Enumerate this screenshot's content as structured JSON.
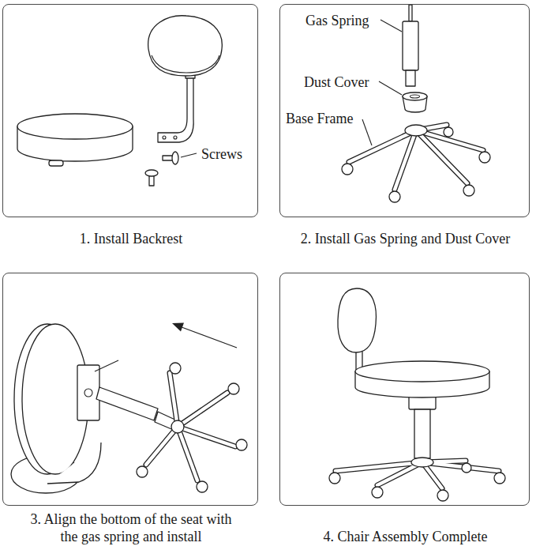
{
  "diagram": {
    "nodes": [
      {
        "text": [
          "Screws",
          "1. Install Backrest"
        ]
      },
      {
        "text": [
          "Gas Spring",
          "Dust Cover",
          "Base Frame",
          "2. Install Gas Spring and Dust Cover"
        ]
      },
      {
        "text": [
          "3. Align the bottom of the seat with the gas spring and install"
        ]
      },
      {
        "text": [
          "4. Chair Assembly Complete"
        ]
      }
    ]
  }
}
